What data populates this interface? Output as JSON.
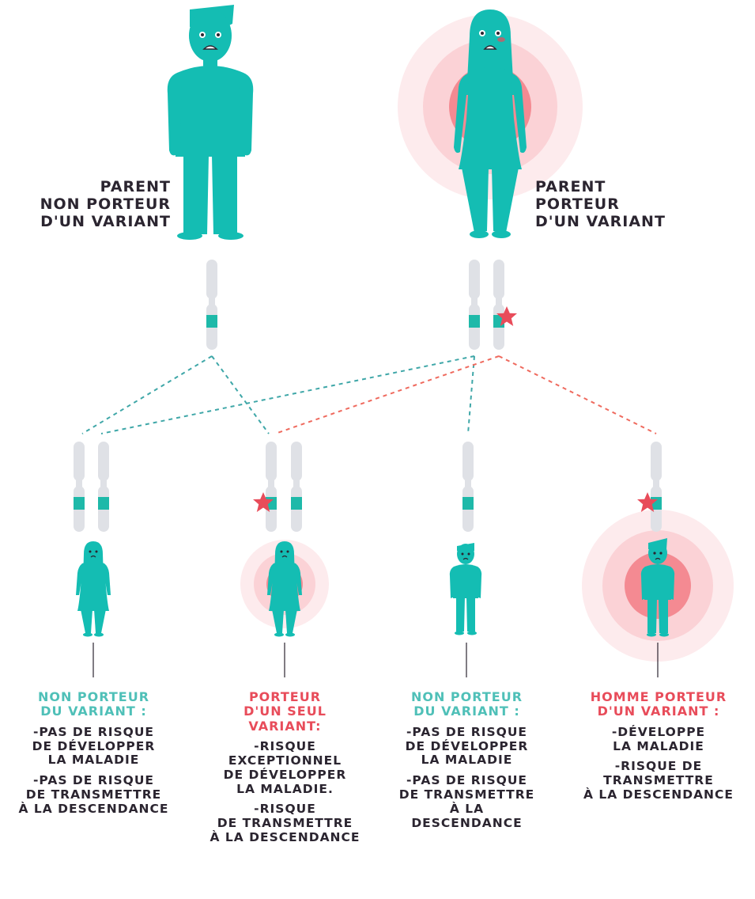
{
  "colors": {
    "figure": "#14bdb3",
    "chromosome": "#dfe1e6",
    "chromosome_band": "#1eb9a9",
    "star": "#e84c5a",
    "glow": "#f48a92",
    "line_teal": "#3fa7a8",
    "line_red": "#ef6a5e",
    "text_dark": "#2b2530",
    "text_teal": "#4fc0b8",
    "text_red": "#e84c5a"
  },
  "parents": [
    {
      "id": "father",
      "lines": [
        "PARENT",
        "NON PORTEUR",
        "D'UN VARIANT"
      ]
    },
    {
      "id": "mother",
      "lines": [
        "PARENT",
        "PORTEUR",
        "D'UN VARIANT"
      ]
    }
  ],
  "children": [
    {
      "id": "child1",
      "title": [
        "NON PORTEUR",
        "DU VARIANT :"
      ],
      "title_color": "teal",
      "points": [
        [
          "-PAS DE RISQUE",
          "DE DÉVELOPPER",
          "LA MALADIE"
        ],
        [
          "-PAS DE RISQUE",
          "DE TRANSMETTRE",
          "À LA DESCENDANCE"
        ]
      ]
    },
    {
      "id": "child2",
      "title": [
        "PORTEUR",
        "D'UN SEUL",
        "VARIANT:"
      ],
      "title_color": "red",
      "points": [
        [
          "-RISQUE",
          "EXCEPTIONNEL",
          "DE DÉVELOPPER",
          "LA MALADIE."
        ],
        [
          "-RISQUE",
          "DE TRANSMETTRE",
          "À LA DESCENDANCE"
        ]
      ]
    },
    {
      "id": "child3",
      "title": [
        "NON PORTEUR",
        "DU VARIANT :"
      ],
      "title_color": "teal",
      "points": [
        [
          "-PAS DE RISQUE",
          "DE DÉVELOPPER",
          "LA MALADIE"
        ],
        [
          "-PAS DE RISQUE",
          "DE TRANSMETTRE",
          "À LA",
          "DESCENDANCE"
        ]
      ]
    },
    {
      "id": "child4",
      "title": [
        "HOMME PORTEUR",
        "D'UN VARIANT :"
      ],
      "title_color": "red",
      "points": [
        [
          "-DÉVELOPPE",
          "LA MALADIE"
        ],
        [
          "-RISQUE DE",
          "TRANSMETTRE",
          "À LA DESCENDANCE"
        ]
      ]
    }
  ]
}
